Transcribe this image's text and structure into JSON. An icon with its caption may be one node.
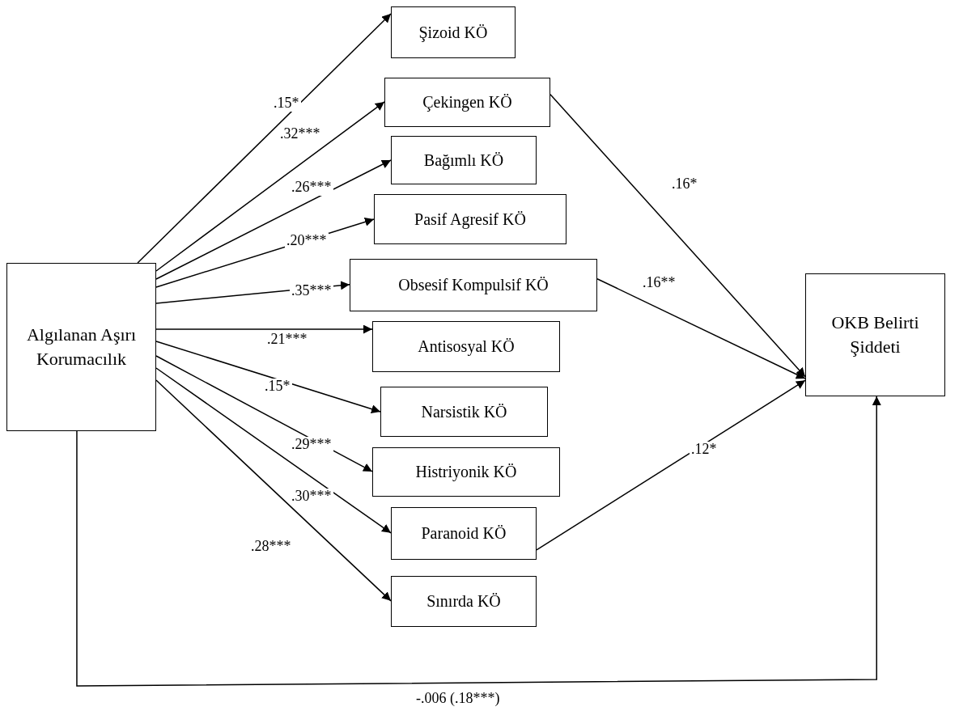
{
  "diagram": {
    "nodes": [
      {
        "text": [
          "Algılanan Aşırı Korumacılık"
        ]
      },
      {
        "text": [
          "Şizoid KÖ"
        ]
      },
      {
        "text": [
          "Çekingen KÖ"
        ]
      },
      {
        "text": [
          "Bağımlı KÖ"
        ]
      },
      {
        "text": [
          "Pasif Agresif KÖ"
        ]
      },
      {
        "text": [
          "Obsesif Kompulsif KÖ"
        ]
      },
      {
        "text": [
          "Antisosyal KÖ"
        ]
      },
      {
        "text": [
          "Narsistik KÖ"
        ]
      },
      {
        "text": [
          "Histriyonik KÖ"
        ]
      },
      {
        "text": [
          "Paranoid KÖ"
        ]
      },
      {
        "text": [
          "Sınırda KÖ"
        ]
      },
      {
        "text": [
          "OKB Belirti Şiddeti"
        ]
      }
    ],
    "edges": [
      {
        "from": 0,
        "to": 1,
        "arrow": "to",
        "label": ".15*"
      },
      {
        "from": 0,
        "to": 2,
        "arrow": "to",
        "label": ".32***"
      },
      {
        "from": 0,
        "to": 3,
        "arrow": "to",
        "label": ".26***"
      },
      {
        "from": 0,
        "to": 4,
        "arrow": "to",
        "label": ".20***"
      },
      {
        "from": 0,
        "to": 5,
        "arrow": "to",
        "label": ".35***"
      },
      {
        "from": 0,
        "to": 6,
        "arrow": "to",
        "label": ".21***"
      },
      {
        "from": 0,
        "to": 7,
        "arrow": "to",
        "label": ".15*"
      },
      {
        "from": 0,
        "to": 8,
        "arrow": "to",
        "label": ".29***"
      },
      {
        "from": 0,
        "to": 9,
        "arrow": "to",
        "label": ".30***"
      },
      {
        "from": 0,
        "to": 10,
        "arrow": "to",
        "label": ".28***"
      },
      {
        "from": 2,
        "to": 11,
        "arrow": "to",
        "label": ".16*"
      },
      {
        "from": 5,
        "to": 11,
        "arrow": "to",
        "label": ".16**"
      },
      {
        "from": 9,
        "to": 11,
        "arrow": "to",
        "label": ".12*"
      },
      {
        "from": 0,
        "to": 11,
        "arrow": "to",
        "label": "-.006 (.18***)"
      }
    ]
  }
}
